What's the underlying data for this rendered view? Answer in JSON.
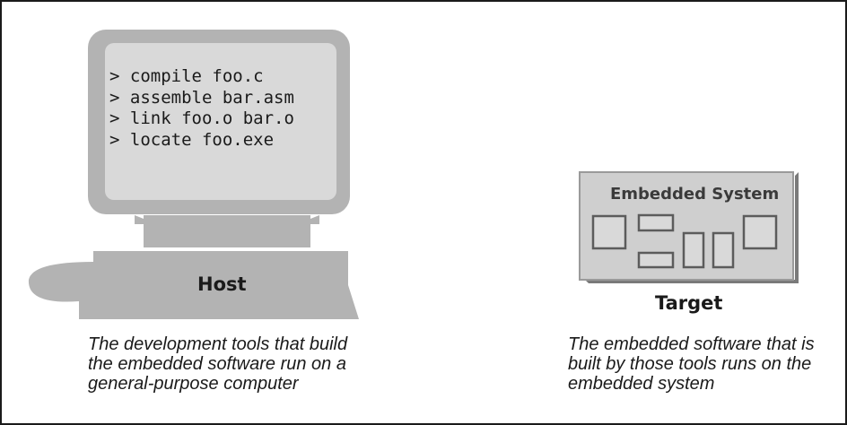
{
  "host": {
    "terminal_lines": [
      "> compile foo.c",
      "> assemble bar.asm",
      "> link foo.o bar.o",
      "> locate foo.exe"
    ],
    "label": "Host",
    "caption_lines": [
      "The development tools that build",
      "the embedded software run on a",
      "general-purpose computer"
    ]
  },
  "target": {
    "board_title": "Embedded System",
    "label": "Target",
    "caption_lines": [
      "The embedded software that is",
      "built by those tools runs on the",
      "embedded system"
    ]
  },
  "colors": {
    "computer_body": "#b3b3b3",
    "screen": "#d9d9d9",
    "board": "#cfcfcf",
    "outline": "#6e6e6e",
    "frame": "#1a1a1a"
  }
}
